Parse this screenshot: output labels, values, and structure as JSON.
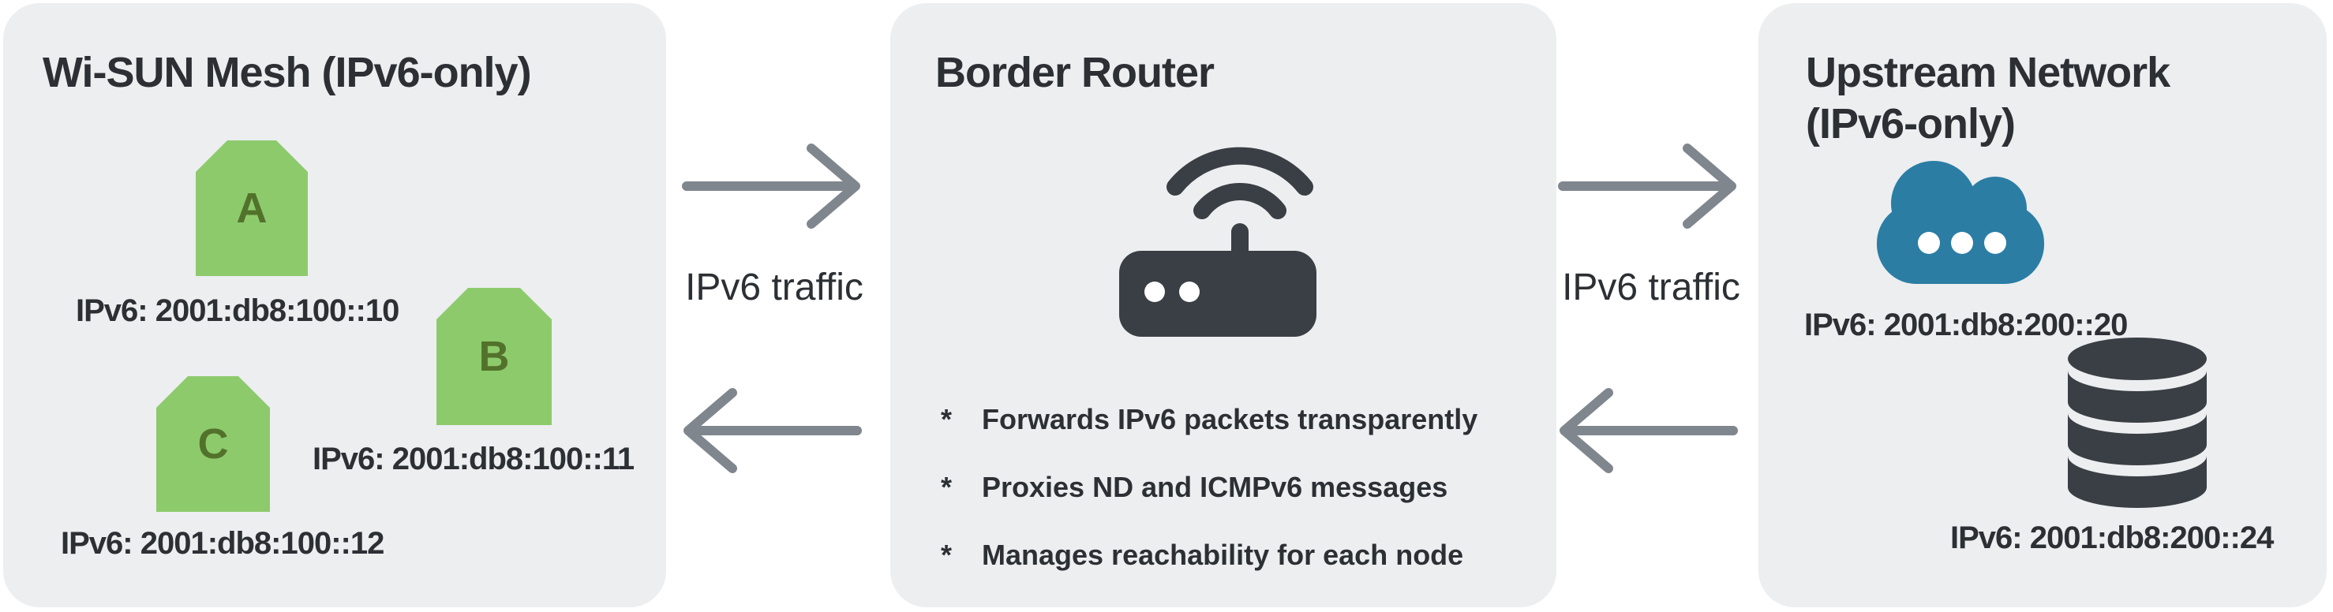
{
  "panels": {
    "mesh": {
      "title": "Wi-SUN Mesh (IPv6-only)",
      "nodes": [
        {
          "label": "A",
          "address": "IPv6: 2001:db8:100::10"
        },
        {
          "label": "B",
          "address": "IPv6: 2001:db8:100::11"
        },
        {
          "label": "C",
          "address": "IPv6: 2001:db8:100::12"
        }
      ]
    },
    "router": {
      "title": "Border Router",
      "bullet_marker": "*",
      "bullets": [
        "Forwards IPv6 packets transparently",
        "Proxies ND and ICMPv6 messages",
        "Manages reachability for each node"
      ]
    },
    "upstream": {
      "title": "Upstream Network\n(IPv6-only)",
      "cloud_address": "IPv6: 2001:db8:200::20",
      "db_address": "IPv6: 2001:db8:200::24"
    }
  },
  "links": [
    {
      "label": "IPv6 traffic"
    },
    {
      "label": "IPv6 traffic"
    }
  ],
  "colors": {
    "panel_bg": "#eceef0",
    "text": "#2c3034",
    "node_green": "#8dca6c",
    "node_letter": "#52722b",
    "icon_dark": "#3a3f45",
    "cloud": "#2b7da4",
    "arrow": "#7f868e",
    "dot_white": "#ffffff"
  }
}
